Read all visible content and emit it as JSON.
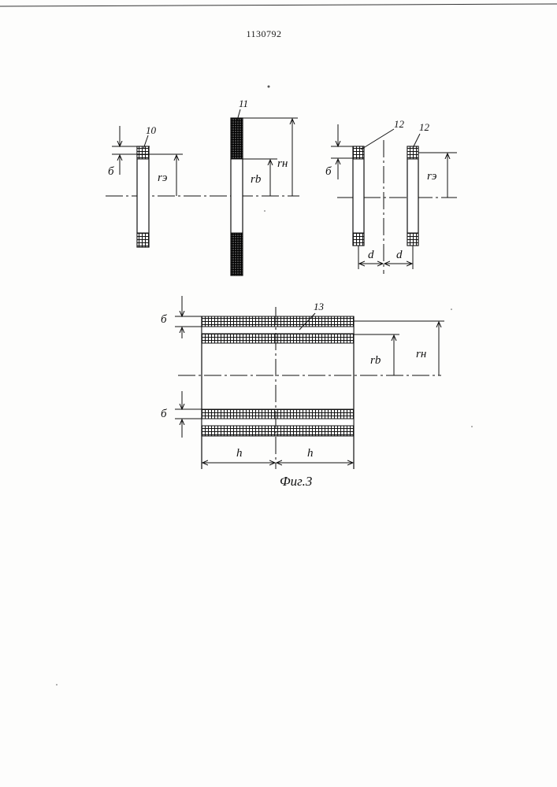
{
  "document": {
    "patent_number": "1130792",
    "figure_caption": "Фиг.3"
  },
  "labels": {
    "coil_10": "10",
    "coil_11": "11",
    "coil_12_left": "12",
    "coil_12_right": "12",
    "coil_13": "13",
    "delta": "б",
    "r_e": "rэ",
    "r_b": "rb",
    "r_n": "rн",
    "d": "d",
    "h": "h"
  }
}
